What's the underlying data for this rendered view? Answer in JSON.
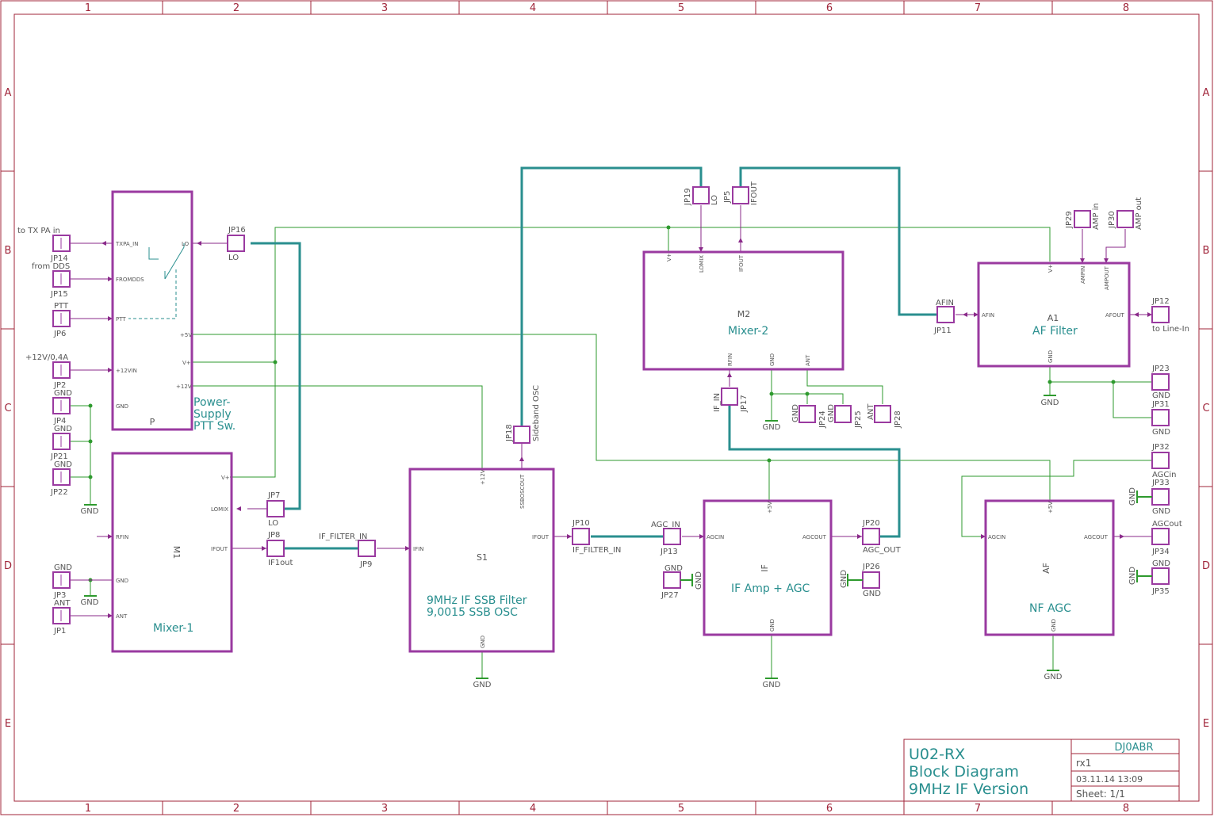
{
  "frame": {
    "columns": [
      "1",
      "2",
      "3",
      "4",
      "5",
      "6",
      "7",
      "8"
    ],
    "rows": [
      "A",
      "B",
      "C",
      "D",
      "E"
    ]
  },
  "blocks": {
    "power_supply": {
      "ref": "P",
      "title_lines": [
        "Power-",
        "Supply",
        "PTT Sw."
      ],
      "pins": {
        "txpa_in": "TXPA_IN",
        "lo": "LO",
        "fromdds": "FROMDDS",
        "ptt": "PTT",
        "plus5v": "+5V",
        "vplus": "V+",
        "plus12v": "+12V",
        "plus12vin": "+12VIN",
        "gnd": "GND"
      }
    },
    "mixer1": {
      "ref": "M1",
      "title": "Mixer-1",
      "pins": {
        "vplus": "V+",
        "lomix": "LOMIX",
        "rfin": "RFIN",
        "ifout": "IFOUT",
        "gnd": "GND",
        "ant": "ANT"
      }
    },
    "mixer2": {
      "ref": "M2",
      "title": "Mixer-2",
      "pins": {
        "vplus": "V+",
        "lomix": "LOMIX",
        "ifout": "IFOUT",
        "rfin": "RFIN",
        "gnd": "GND",
        "ant": "ANT"
      }
    },
    "filter": {
      "ref": "S1",
      "title_lines": [
        "9MHz IF SSB Filter",
        "9,0015 SSB OSC"
      ],
      "pins": {
        "plus12v": "+12V",
        "ssbosc": "SSBOSCOUT",
        "ifin": "IFIN",
        "ifout": "IFOUT",
        "gnd": "GND"
      }
    },
    "ifamp": {
      "ref": "IF",
      "title": "IF Amp + AGC",
      "pins": {
        "plus5v": "+5V",
        "agcin": "AGCIN",
        "agcout": "AGCOUT",
        "gnd": "GND"
      }
    },
    "affilter": {
      "ref": "A1",
      "title": "AF Filter",
      "pins": {
        "vplus": "V+",
        "ampin": "AMPIN",
        "ampout": "AMPOUT",
        "afin": "AFIN",
        "afout": "AFOUT",
        "gnd": "GND"
      }
    },
    "nfagc": {
      "ref": "AF",
      "title": "NF AGC",
      "pins": {
        "plus5v": "+5V",
        "agcin": "AGCIN",
        "agcout": "AGCOUT",
        "gnd": "GND"
      }
    }
  },
  "jumpers": {
    "jp14": {
      "ref": "JP14",
      "label": "to TX PA in"
    },
    "jp15": {
      "ref": "JP15",
      "label": "from DDS"
    },
    "jp6": {
      "ref": "JP6",
      "label": "PTT"
    },
    "jp2": {
      "ref": "JP2",
      "label": "+12V/0,4A"
    },
    "jp4": {
      "ref": "JP4",
      "label": "GND"
    },
    "jp21": {
      "ref": "JP21",
      "label": "GND"
    },
    "jp22": {
      "ref": "JP22",
      "label": "GND"
    },
    "jp3": {
      "ref": "JP3",
      "label": "GND"
    },
    "jp1": {
      "ref": "JP1",
      "label": "ANT"
    },
    "jp16": {
      "ref": "JP16",
      "label": "LO"
    },
    "jp7": {
      "ref": "JP7",
      "label": "LO"
    },
    "jp8": {
      "ref": "JP8",
      "label": "IF1out"
    },
    "jp9": {
      "ref": "JP9",
      "label": "IF_FILTER_IN"
    },
    "jp10": {
      "ref": "JP10",
      "label": "IF_FILTER_IN"
    },
    "jp13": {
      "ref": "JP13",
      "label": "AGC_IN"
    },
    "jp27": {
      "ref": "JP27",
      "label": "GND"
    },
    "jp20": {
      "ref": "JP20",
      "label": "AGC_OUT"
    },
    "jp26": {
      "ref": "JP26",
      "label": "GND"
    },
    "jp18": {
      "ref": "JP18",
      "label": "Sideband OSC"
    },
    "jp19": {
      "ref": "JP19",
      "label": "LO"
    },
    "jp5": {
      "ref": "JP5",
      "label": "IFOUT"
    },
    "jp17": {
      "ref": "JP17",
      "label": "IF_IN"
    },
    "jp24": {
      "ref": "JP24",
      "label": "GND"
    },
    "jp25": {
      "ref": "JP25",
      "label": "GND"
    },
    "jp28": {
      "ref": "JP28",
      "label": "ANT"
    },
    "jp11": {
      "ref": "JP11",
      "label": "AFIN"
    },
    "jp12": {
      "ref": "JP12",
      "label": "to Line-In"
    },
    "jp29": {
      "ref": "JP29",
      "label": "AMP in"
    },
    "jp30": {
      "ref": "JP30",
      "label": "AMP out"
    },
    "jp23": {
      "ref": "JP23",
      "label": "GND"
    },
    "jp31": {
      "ref": "JP31",
      "label": "GND"
    },
    "jp32": {
      "ref": "JP32",
      "label": "AGCin"
    },
    "jp33": {
      "ref": "JP33",
      "label": "GND"
    },
    "jp34": {
      "ref": "JP34",
      "label": "AGCout"
    },
    "jp35": {
      "ref": "JP35",
      "label": "GND"
    }
  },
  "gnd_symbol": "GND",
  "title_block": {
    "title_lines": [
      "U02-RX",
      "Block Diagram",
      "9MHz IF Version"
    ],
    "author": "DJ0ABR",
    "file": "rx1",
    "date": "03.11.14 13:09",
    "sheet": "Sheet: 1/1"
  },
  "colors": {
    "frame": "#a0253a",
    "block": "#9a3aa0",
    "net": "#2e9a2e",
    "bus": "#2a8f8f",
    "pin": "#8a2a8a",
    "label": "#555555",
    "title": "#2a8f8f"
  }
}
